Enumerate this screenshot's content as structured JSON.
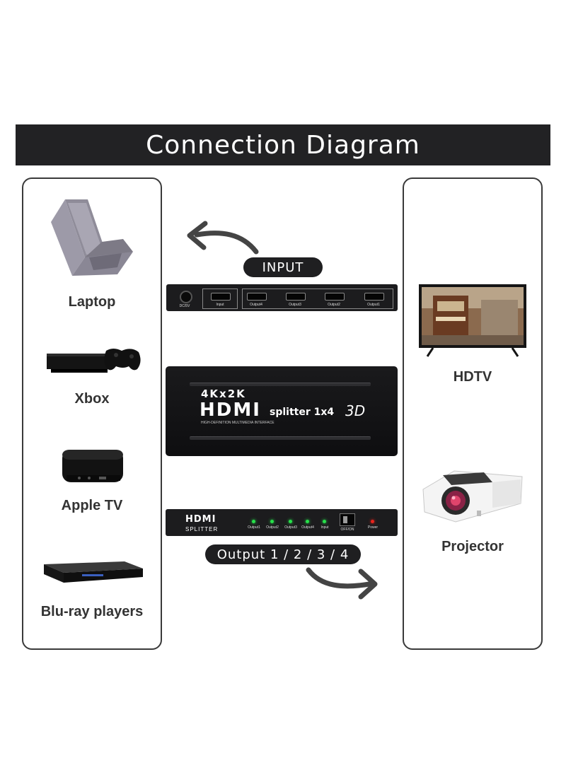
{
  "title": "Connection Diagram",
  "colors": {
    "banner": "#222224",
    "panel_border": "#3a3a3a",
    "led_green": "#27e04a",
    "led_red": "#e8241c"
  },
  "sources": {
    "items": [
      {
        "label": "Laptop",
        "icon": "laptop-icon"
      },
      {
        "label": "Xbox",
        "icon": "xbox-console-icon"
      },
      {
        "label": "Apple TV",
        "icon": "apple-tv-icon"
      },
      {
        "label": "Blu-ray players",
        "icon": "bluray-player-icon"
      }
    ]
  },
  "displays": {
    "items": [
      {
        "label": "HDTV",
        "icon": "tv-icon"
      },
      {
        "label": "Projector",
        "icon": "projector-icon"
      }
    ]
  },
  "input_pill": "INPUT",
  "output_pill": "Output 1 / 2 / 3 / 4",
  "back_panel": {
    "power_port": "DC/5V",
    "ports": [
      "Input",
      "Output4",
      "Output3",
      "Output2",
      "Output1"
    ]
  },
  "device_top": {
    "resolution": "4Kx2K",
    "brand": "HDMI",
    "product": "splitter 1x4",
    "mode": "3D",
    "tagline": "HIGH-DEFINITION MULTIMEDIA INTERFACE"
  },
  "front_panel": {
    "brand": "HDMI",
    "sub": "SPLITTER",
    "leds": [
      "Output1",
      "Output2",
      "Output3",
      "Output4",
      "Input"
    ],
    "switch_label": "OFF/ON",
    "power_label": "Power"
  }
}
